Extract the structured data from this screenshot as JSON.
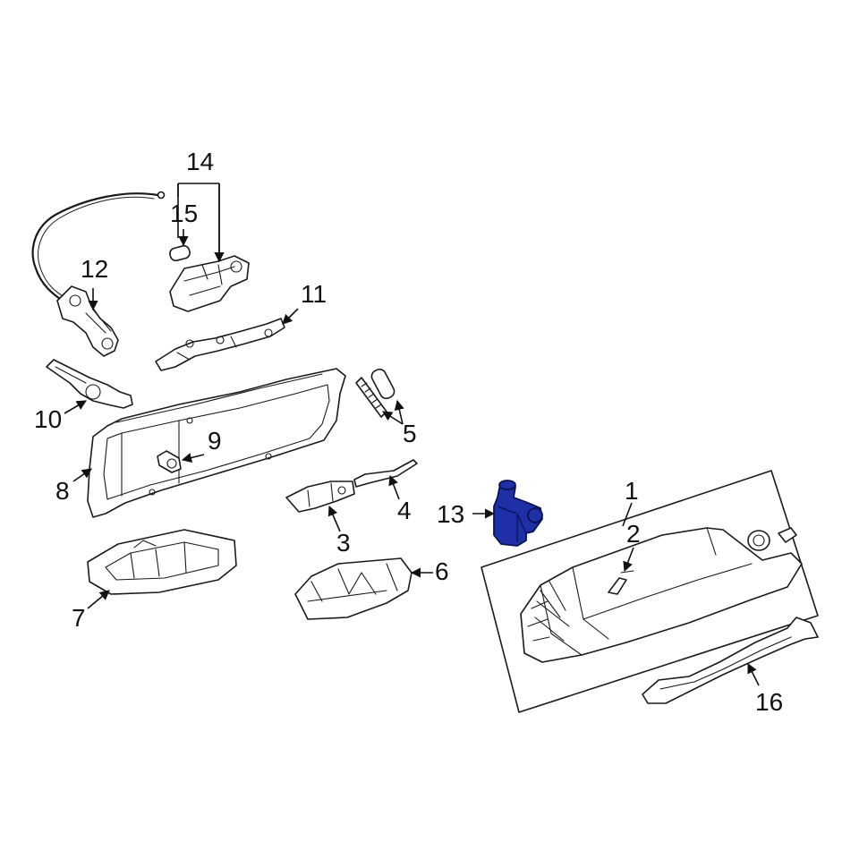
{
  "diagram": {
    "highlight_color": "#1f2fa8",
    "callouts": {
      "c1": "1",
      "c2": "2",
      "c3": "3",
      "c4": "4",
      "c5": "5",
      "c6": "6",
      "c7": "7",
      "c8": "8",
      "c9": "9",
      "c10": "10",
      "c11": "11",
      "c12": "12",
      "c13": "13",
      "c14": "14",
      "c15": "15",
      "c16": "16"
    }
  }
}
